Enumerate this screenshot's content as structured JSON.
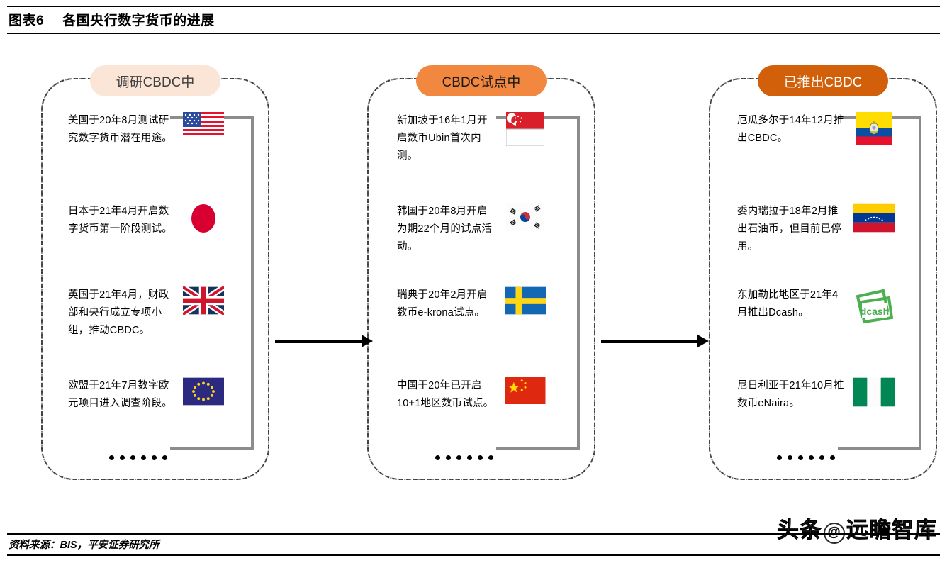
{
  "header": {
    "figure_label": "图表6",
    "title": "各国央行数字货币的进展"
  },
  "columns": [
    {
      "pill_label": "调研CBDC中",
      "pill_bg": "#FBE5D6",
      "pill_text_color": "#404040",
      "ellipsis": "······",
      "entries": [
        {
          "text": "美国于20年8月测试研究数字货币潜在用途。",
          "flag": "us-flag",
          "flag_alt": "美国国旗"
        },
        {
          "text": "日本于21年4月开启数字货币第一阶段测试。",
          "flag": "jp-flag",
          "flag_alt": "日本国旗"
        },
        {
          "text": "英国于21年4月，财政部和央行成立专项小组，推动CBDC。",
          "flag": "uk-flag",
          "flag_alt": "英国国旗"
        },
        {
          "text": "欧盟于21年7月数字欧元项目进入调查阶段。",
          "flag": "eu-flag",
          "flag_alt": "欧盟旗帜"
        }
      ]
    },
    {
      "pill_label": "CBDC试点中",
      "pill_bg": "#F2873F",
      "pill_text_color": "#1a1a1a",
      "ellipsis": "······",
      "entries": [
        {
          "text": "新加坡于16年1月开启数币Ubin首次内测。",
          "flag": "sg-flag",
          "flag_alt": "新加坡国旗"
        },
        {
          "text": "韩国于20年8月开启为期22个月的试点活动。",
          "flag": "kr-flag",
          "flag_alt": "韩国国旗"
        },
        {
          "text": "瑞典于20年2月开启数币e-krona试点。",
          "flag": "se-flag",
          "flag_alt": "瑞典国旗"
        },
        {
          "text": "中国于20年已开启10+1地区数币试点。",
          "flag": "cn-flag",
          "flag_alt": "中国国旗"
        }
      ]
    },
    {
      "pill_label": "已推出CBDC",
      "pill_bg": "#D2600A",
      "pill_text_color": "#ffffff",
      "ellipsis": "······",
      "entries": [
        {
          "text": "厄瓜多尔于14年12月推出CBDC。",
          "flag": "ec-flag",
          "flag_alt": "厄瓜多尔国旗"
        },
        {
          "text": "委内瑞拉于18年2月推出石油币，但目前已停用。",
          "flag": "ve-flag",
          "flag_alt": "委内瑞拉国旗"
        },
        {
          "text": "东加勒比地区于21年4月推出Dcash。",
          "flag": "dcash-logo",
          "flag_alt": "DCash标志"
        },
        {
          "text": "尼日利亚于21年10月推数币eNaira。",
          "flag": "ng-flag",
          "flag_alt": "尼日利亚国旗"
        }
      ]
    }
  ],
  "arrows": [
    {
      "name": "arrow-col1-to-col2"
    },
    {
      "name": "arrow-col2-to-col3"
    }
  ],
  "footer": {
    "source": "资料来源：BIS，平安证券研究所"
  },
  "watermark": {
    "prefix": "头条",
    "at": "@",
    "suffix": "远瞻智库"
  }
}
